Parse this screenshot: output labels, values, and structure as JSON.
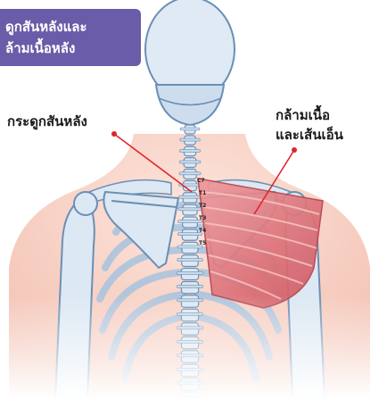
{
  "title": {
    "line1": "ดูกสันหลังและ",
    "line2": "ล้ามเนื้อหลัง"
  },
  "labels": {
    "spine": "กระดูกสันหลัง",
    "muscle_line1": "กล้ามเนื้อ",
    "muscle_line2": "และเส้นเอ็น"
  },
  "vertebra_labels": [
    "C7",
    "T1",
    "T2",
    "T3",
    "T4",
    "T5"
  ],
  "colors": {
    "title_bg": "#6a5ca8",
    "skin": "#f6d3c8",
    "bone": "#dce8f3",
    "bone_outline": "#6b8fb5",
    "muscle": "#d9646a",
    "pointer": "#e0252a"
  }
}
